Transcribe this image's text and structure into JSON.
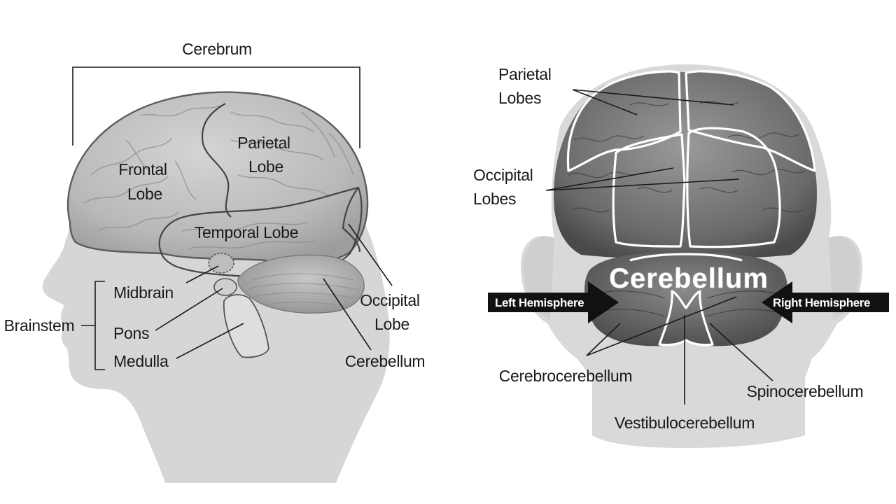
{
  "side_view": {
    "cerebrum": "Cerebrum",
    "frontal_lobe": [
      "Frontal",
      "Lobe"
    ],
    "parietal_lobe": [
      "Parietal",
      "Lobe"
    ],
    "temporal_lobe": "Temporal Lobe",
    "occipital_lobe": [
      "Occipital",
      "Lobe"
    ],
    "cerebellum": "Cerebellum",
    "brainstem": "Brainstem",
    "midbrain": "Midbrain",
    "pons": "Pons",
    "medulla": "Medulla"
  },
  "rear_view": {
    "parietal_lobes": [
      "Parietal",
      "Lobes"
    ],
    "occipital_lobes": [
      "Occipital",
      "Lobes"
    ],
    "cerebellum_title": "Cerebellum",
    "left_hemisphere": "Left Hemisphere",
    "right_hemisphere": "Right Hemisphere",
    "cerebrocerebellum": "Cerebrocerebellum",
    "vestibulocerebellum": "Vestibulocerebellum",
    "spinocerebellum": "Spinocerebellum"
  },
  "colors": {
    "silhouette": "#d6d6d6",
    "brain_light": "#c4c4c4",
    "brain_dark": "#6e6e6e",
    "arrow": "#111111"
  }
}
